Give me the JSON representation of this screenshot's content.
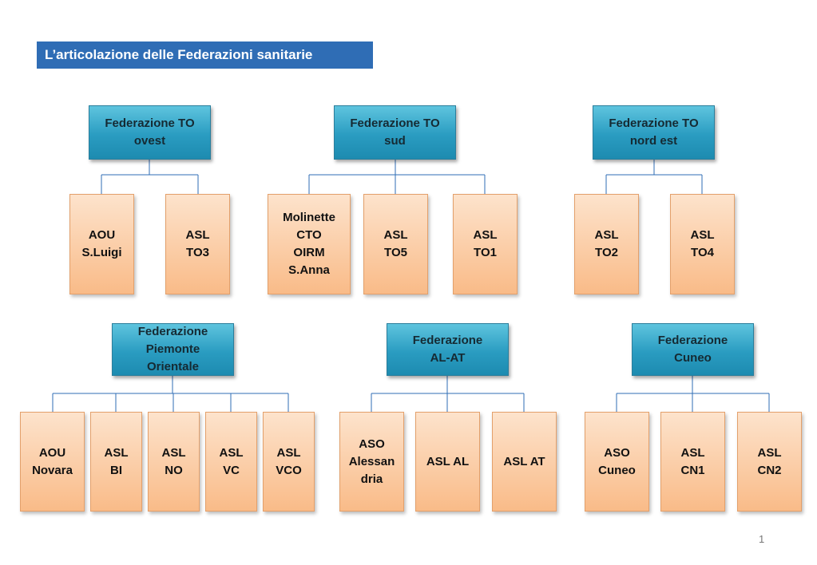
{
  "title": "L’articolazione delle Federazioni sanitarie",
  "page_number": "1",
  "colors": {
    "title_bg": "#2f6db5",
    "federation": "#2a9cc1",
    "unit": "#f9bb88",
    "connector": "#2f6db5"
  },
  "federations": [
    {
      "label": "Federazione TO\novest",
      "units": [
        "AOU\nS.Luigi",
        "ASL\nTO3"
      ]
    },
    {
      "label": "Federazione TO\nsud",
      "units": [
        "Molinette\nCTO\nOIRM\nS.Anna",
        "ASL\nTO5",
        "ASL\nTO1"
      ]
    },
    {
      "label": "Federazione TO\nnord est",
      "units": [
        "ASL\nTO2",
        "ASL\nTO4"
      ]
    },
    {
      "label": "Federazione\nPiemonte\nOrientale",
      "units": [
        "AOU\nNovara",
        "ASL\nBI",
        "ASL\nNO",
        "ASL\nVC",
        "ASL\nVCO"
      ]
    },
    {
      "label": "Federazione\nAL-AT",
      "units": [
        "ASO\nAlessan\ndria",
        "ASL AL",
        "ASL AT"
      ]
    },
    {
      "label": "Federazione\nCuneo",
      "units": [
        "ASO\nCuneo",
        "ASL\nCN1",
        "ASL\nCN2"
      ]
    }
  ]
}
